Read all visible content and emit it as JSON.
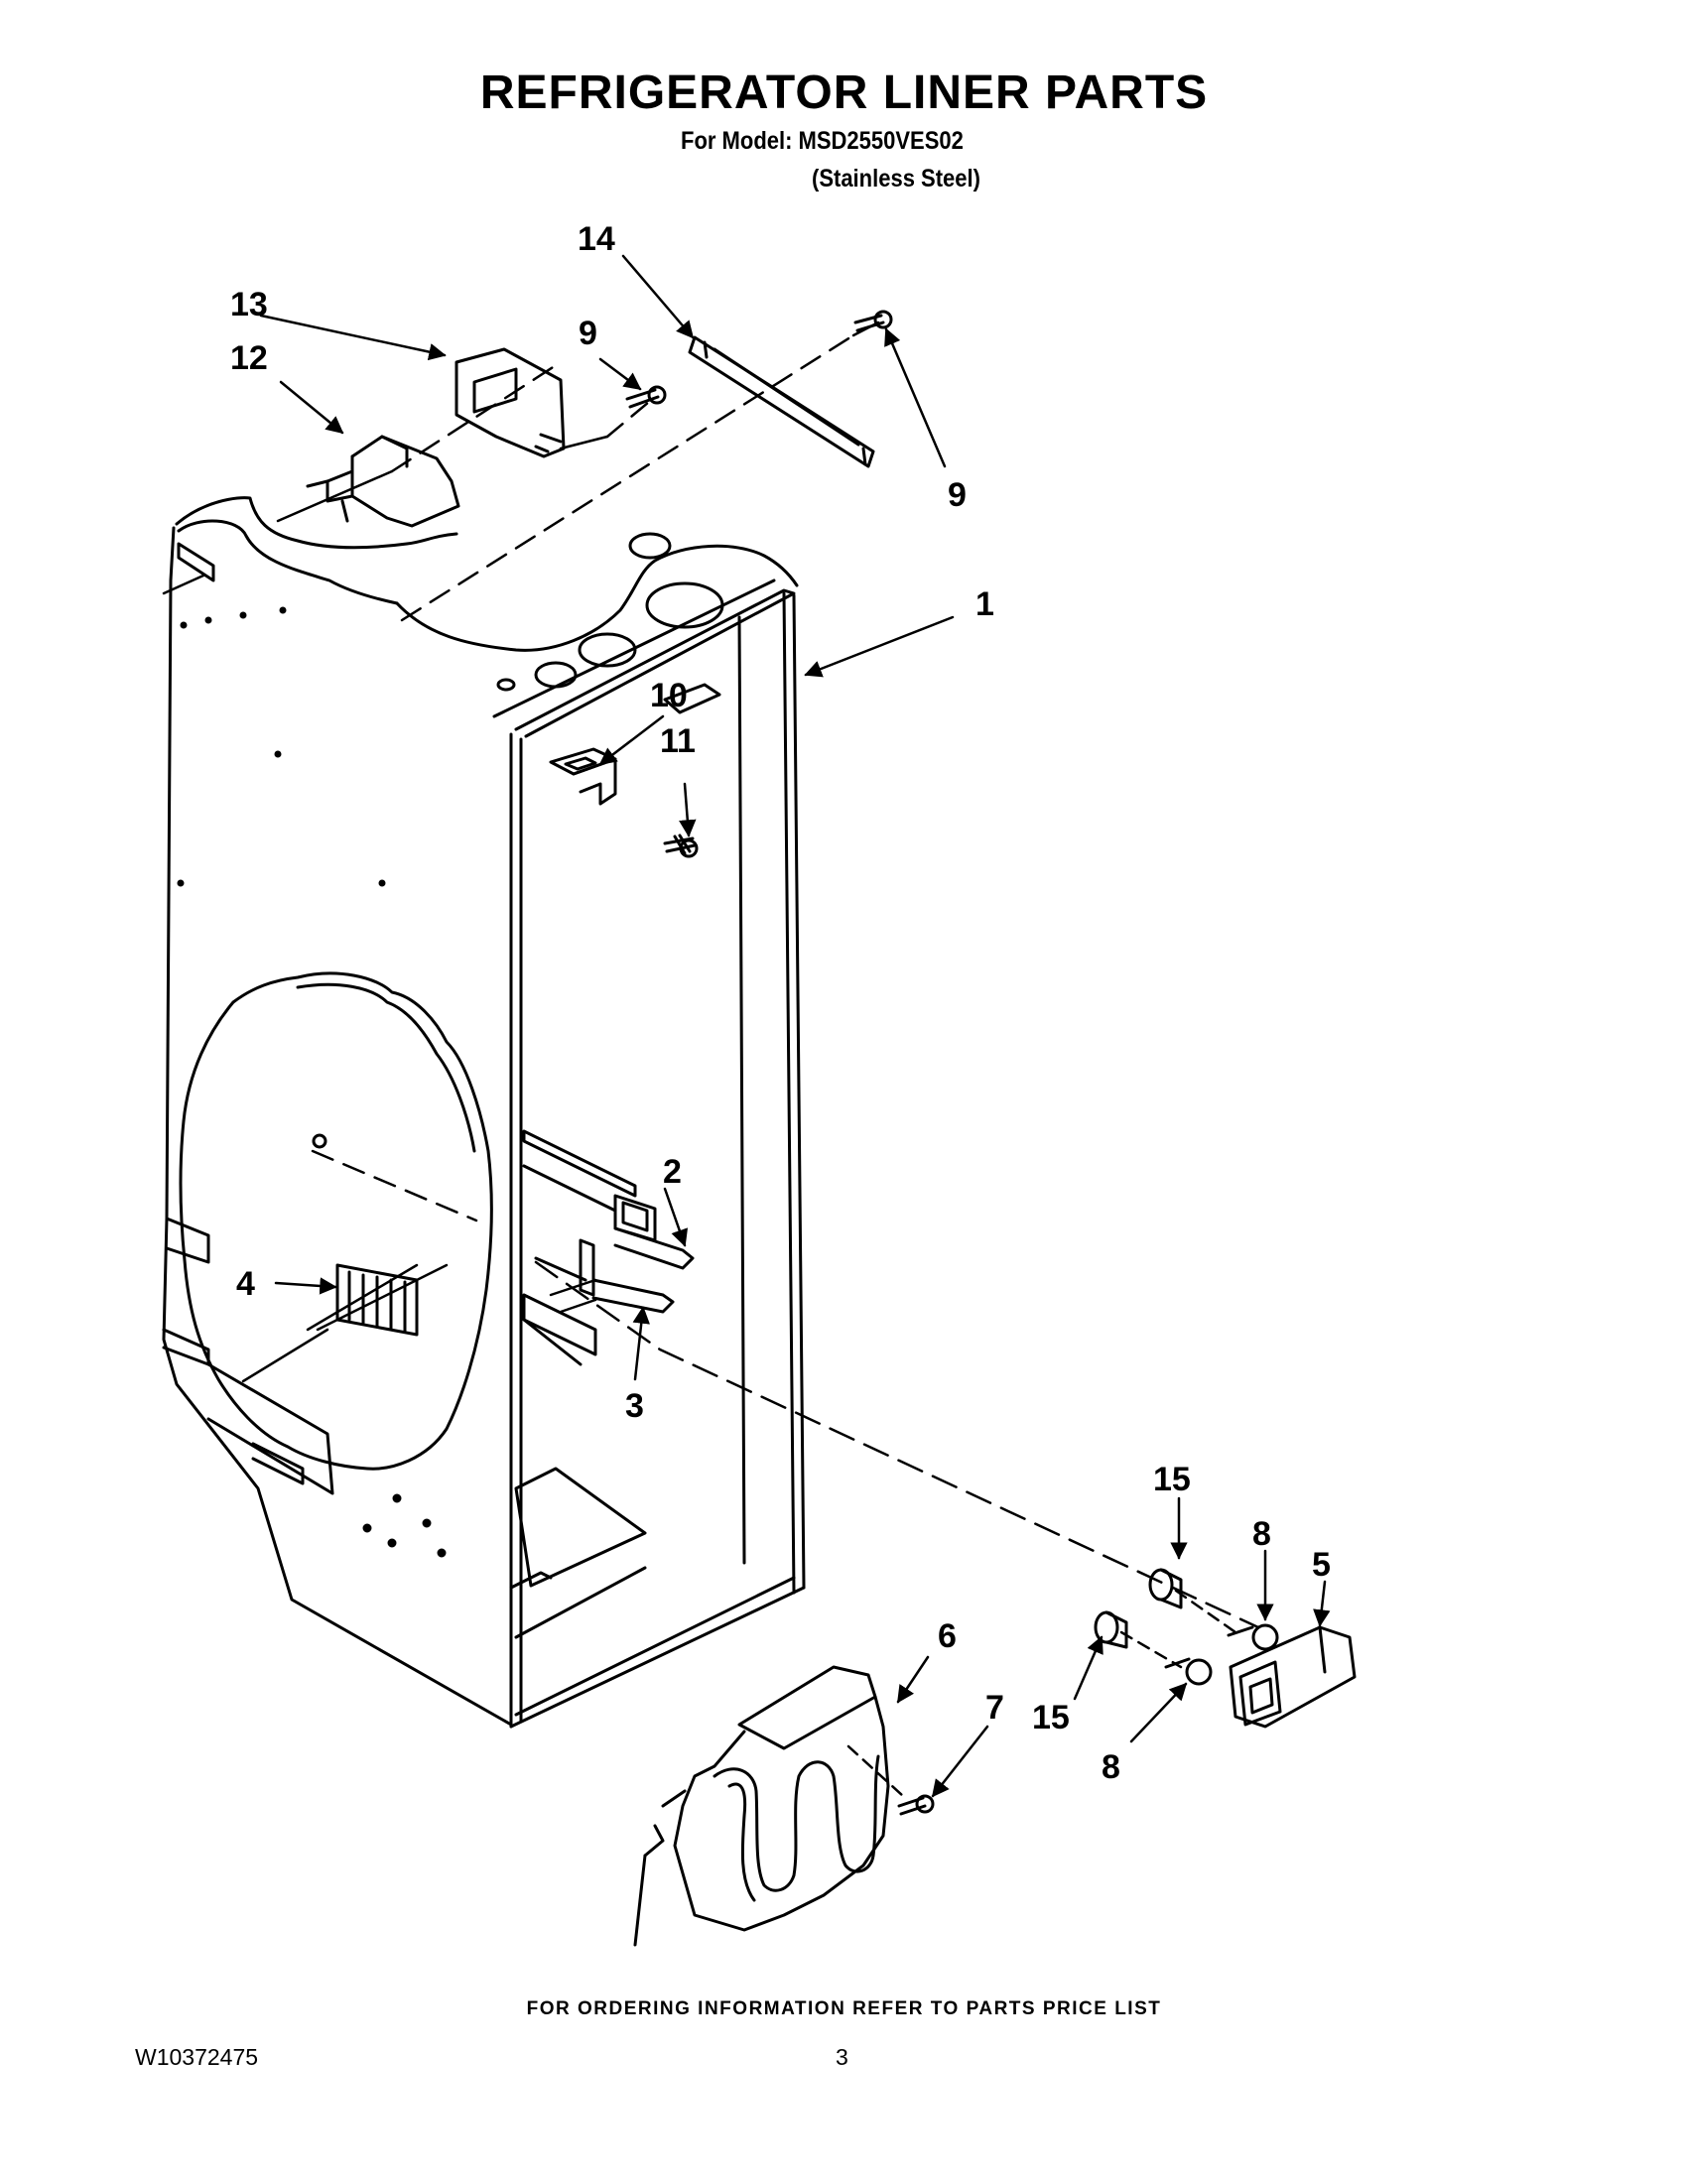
{
  "header": {
    "title": "REFRIGERATOR LINER PARTS",
    "model_line": "For Model: MSD2550VES02",
    "model_variant": "(Stainless Steel)"
  },
  "callouts": {
    "c1": "1",
    "c2": "2",
    "c3": "3",
    "c4": "4",
    "c5": "5",
    "c6": "6",
    "c7": "7",
    "c8a": "8",
    "c8b": "8",
    "c9a": "9",
    "c9b": "9",
    "c10": "10",
    "c11": "11",
    "c12": "12",
    "c13": "13",
    "c14": "14",
    "c15a": "15",
    "c15b": "15"
  },
  "footer": {
    "note": "FOR ORDERING INFORMATION REFER TO PARTS PRICE LIST",
    "doc_number": "W10372475",
    "page_number": "3"
  }
}
